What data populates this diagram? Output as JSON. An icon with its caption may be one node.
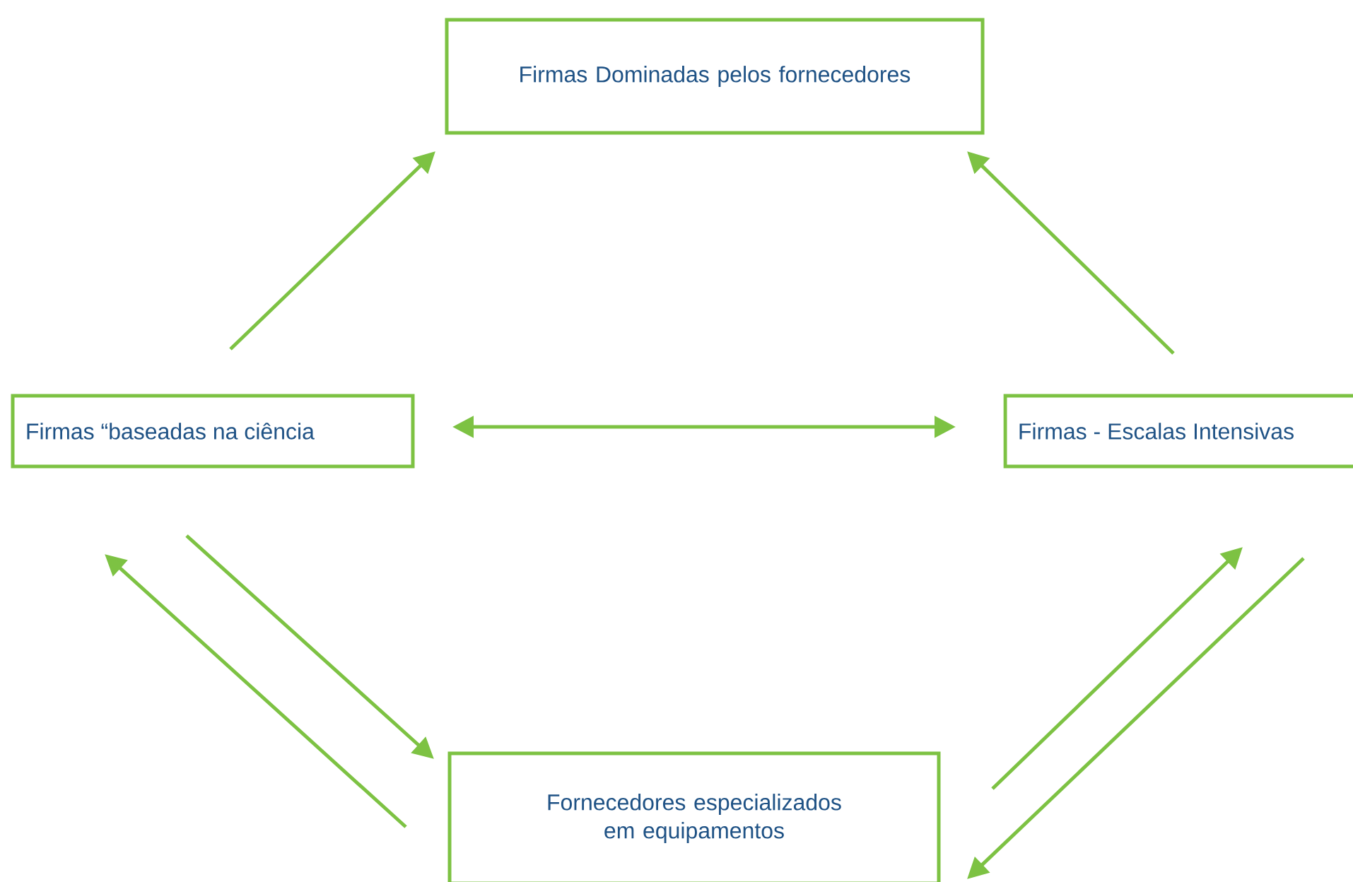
{
  "diagram": {
    "nodes": [
      {
        "text": [
          "Firmas Dominadas pelos fornecedores"
        ]
      },
      {
        "text": [
          "Firmas “baseadas  na ciência"
        ]
      },
      {
        "text": [
          "Firmas - Escalas Intensivas"
        ]
      },
      {
        "text": [
          "Fornecedores especializados em equipamentos"
        ]
      }
    ],
    "edges": [
      {
        "from": 1,
        "to": 0,
        "arrow": "to"
      },
      {
        "from": 2,
        "to": 0,
        "arrow": "to"
      },
      {
        "from": 1,
        "to": 2,
        "arrow": "both"
      },
      {
        "from": 1,
        "to": 3,
        "arrow": "to"
      },
      {
        "from": 3,
        "to": 1,
        "arrow": "to"
      },
      {
        "from": 3,
        "to": 2,
        "arrow": "to"
      },
      {
        "from": 2,
        "to": 3,
        "arrow": "to"
      }
    ]
  }
}
